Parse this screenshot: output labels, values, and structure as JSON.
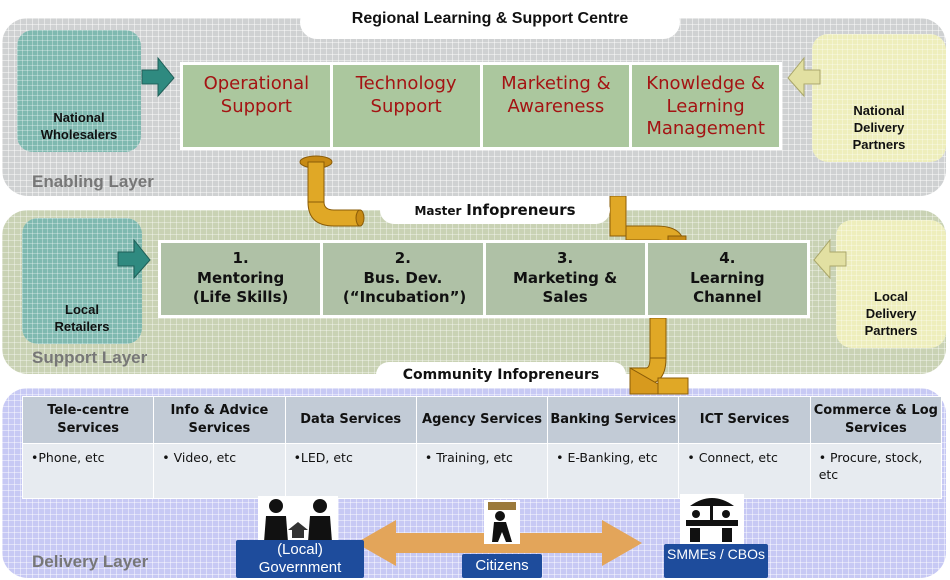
{
  "title": "Regional Learning & Support Centre",
  "layers": {
    "enabling": "Enabling Layer",
    "support": "Support Layer",
    "delivery": "Delivery Layer"
  },
  "side_boxes": {
    "national_wholesalers": "National Wholesalers",
    "national_delivery_partners": "National Delivery Partners",
    "local_retailers": "Local Retailers",
    "local_delivery_partners": "Local Delivery Partners"
  },
  "enabling_services": [
    "Operational Support",
    "Technology Support",
    "Marketing & Awareness",
    "Knowledge & Learning Management"
  ],
  "support_services": [
    {
      "number": "1.",
      "label": "Mentoring (Life Skills)"
    },
    {
      "number": "2.",
      "label": "Bus. Dev. (“Incubation”)"
    },
    {
      "number": "3.",
      "label": "Marketing & Sales"
    },
    {
      "number": "4.",
      "label": "Learning Channel"
    }
  ],
  "callouts": {
    "master_prefix": "Master",
    "master_suffix": "Infopreneurs",
    "community": "Community Infopreneurs"
  },
  "delivery_services": {
    "headers": [
      "Tele-centre Services",
      "Info & Advice Services",
      "Data Services",
      "Agency Services",
      "Banking Services",
      "ICT Services",
      "Commerce & Log Services"
    ],
    "items": [
      "•Phone, etc",
      "• Video, etc",
      "•LED, etc",
      "• Training, etc",
      "• E-Banking, etc",
      "• Connect, etc",
      "• Procure, stock, etc"
    ]
  },
  "actors": {
    "government": "(Local) Government",
    "citizens": "Citizens",
    "smmes": "SMMEs / CBOs"
  },
  "colors": {
    "enabling_band": "#cfd1d2",
    "support_band": "#c9d2b4",
    "delivery_band": "#c7c9f4",
    "top_box_text": "#a41313",
    "actor_box": "#1e4c9c",
    "arrow": "#e3a55a",
    "pipe": "#d8a21c"
  },
  "icons": [
    "arrow-right-icon",
    "arrow-left-icon",
    "pipe-icon",
    "people-icon",
    "citizen-icon",
    "business-icon"
  ]
}
